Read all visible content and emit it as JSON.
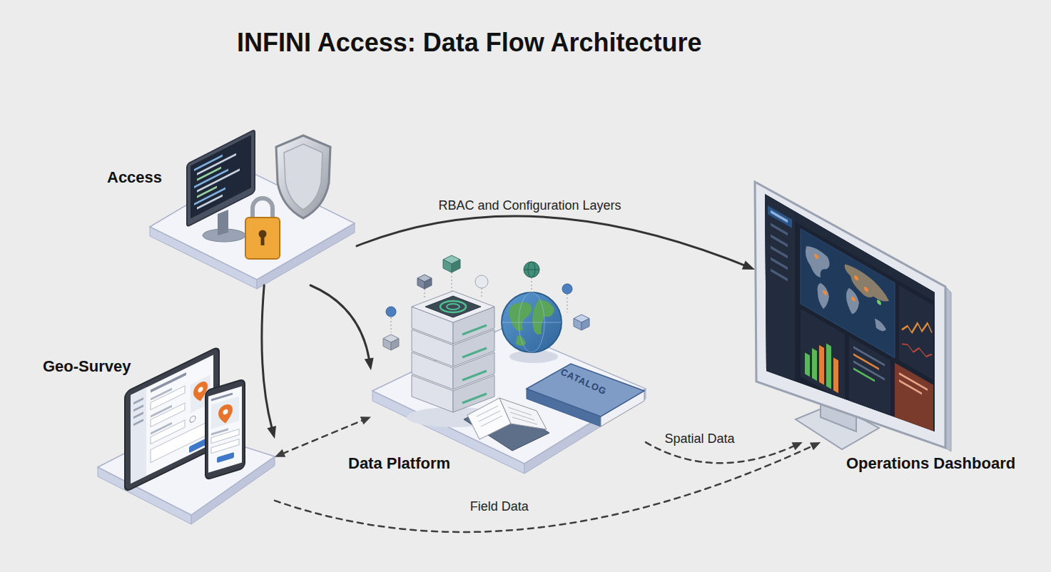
{
  "diagram": {
    "title": "INFINI Access: Data Flow Architecture",
    "nodes": [
      {
        "text": [
          "Access"
        ]
      },
      {
        "text": [
          "Geo-Survey"
        ]
      },
      {
        "text": [
          "Data Platform"
        ]
      },
      {
        "text": [
          "Operations Dashboard"
        ]
      }
    ],
    "edges": [
      {
        "from": 0,
        "to": 3,
        "label": "RBAC and Configuration Layers",
        "arrow": "to"
      },
      {
        "from": 0,
        "to": 2,
        "arrow": "to"
      },
      {
        "from": 0,
        "to": 1,
        "arrow": "to"
      },
      {
        "from": 1,
        "to": 2,
        "arrow": "both"
      },
      {
        "from": 2,
        "to": 3,
        "label": "Spatial Data",
        "arrow": "to"
      },
      {
        "from": 1,
        "to": 3,
        "label": "Field Data",
        "arrow": "to"
      }
    ],
    "labels": [
      "CATALOG"
    ]
  }
}
